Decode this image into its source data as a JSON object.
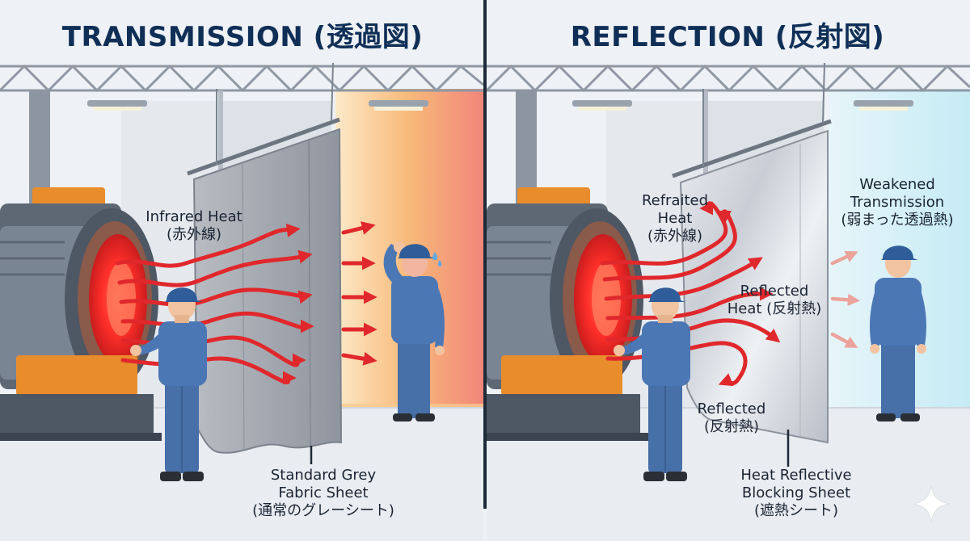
{
  "panels": {
    "left": {
      "title": "TRANSMISSION (透過図)",
      "infrared_label": [
        "Infrared Heat",
        "(赤外線)"
      ],
      "sheet_label": [
        "Standard Grey",
        "Fabric Sheet",
        "(通常のグレーシート)"
      ]
    },
    "right": {
      "title": "REFLECTION (反射図)",
      "refraited_label": [
        "Refraited",
        "Heat",
        "(赤外線)"
      ],
      "reflected_heat_label": [
        "Reflected",
        "Heat (反射熱)"
      ],
      "reflected_label": [
        "Reflected",
        "(反射熱)"
      ],
      "weakened_label": [
        "Weakened",
        "Transmission",
        "(弱まった透過熱)"
      ],
      "sheet_label": [
        "Heat Reflective",
        "Blocking Sheet",
        "(遮熱シート)"
      ]
    }
  },
  "colors": {
    "title": "#0f2f57",
    "heat_red": "#e0282c",
    "heat_glow": "#ff3b30",
    "machine_gray": "#8a96a6",
    "machine_orange": "#e98c2c",
    "worker_blue": "#4c77b5",
    "grey_sheet": "#a9aeb5",
    "reflective_sheet": "#d3d8df",
    "warm_zone": "#f4a35a",
    "cool_zone": "#c9ecf5"
  },
  "icons": [
    "sparkle-icon",
    "sweat-drop-icon"
  ]
}
